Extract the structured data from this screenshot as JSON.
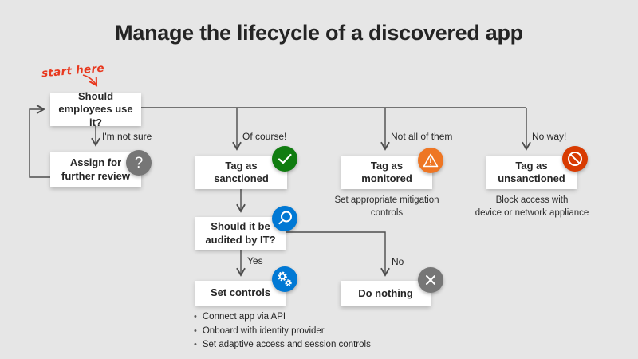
{
  "title": "Manage the lifecycle of a discovered app",
  "annotation": {
    "start_here": "start here"
  },
  "nodes": {
    "q_use": {
      "label": "Should employees use it?"
    },
    "assign_review": {
      "label": "Assign for further review",
      "icon": "question-icon"
    },
    "tag_sanctioned": {
      "label": "Tag as sanctioned",
      "icon": "check-icon"
    },
    "tag_monitored": {
      "label": "Tag as monitored",
      "icon": "warning-icon",
      "note_lines": [
        "Set appropriate mitigation",
        "controls"
      ]
    },
    "tag_unsanctioned": {
      "label": "Tag as unsanctioned",
      "icon": "block-icon",
      "note_lines": [
        "Block access with",
        "device or network appliance"
      ]
    },
    "q_audit": {
      "label": "Should it be audited by IT?",
      "icon": "search-icon"
    },
    "set_controls": {
      "label": "Set controls",
      "icon": "gears-icon",
      "bullets": [
        "Connect app via API",
        "Onboard with identity provider",
        "Set adaptive access and session controls"
      ]
    },
    "do_nothing": {
      "label": "Do nothing",
      "icon": "x-icon"
    }
  },
  "edges": {
    "im_not_sure": "I'm not sure",
    "of_course": "Of course!",
    "not_all_of_them": "Not all of them",
    "no_way": "No way!",
    "yes": "Yes",
    "no": "No"
  },
  "bullet_char": "•",
  "question_glyph": "?",
  "colors": {
    "background": "#e6e6e6",
    "box": "#ffffff",
    "line": "#4d4d4d",
    "green": "#107c10",
    "orange": "#ee7624",
    "red_orange": "#d83b01",
    "blue": "#0078d4",
    "gray": "#767676",
    "annotation_red": "#e8391f",
    "text": "#262626"
  }
}
